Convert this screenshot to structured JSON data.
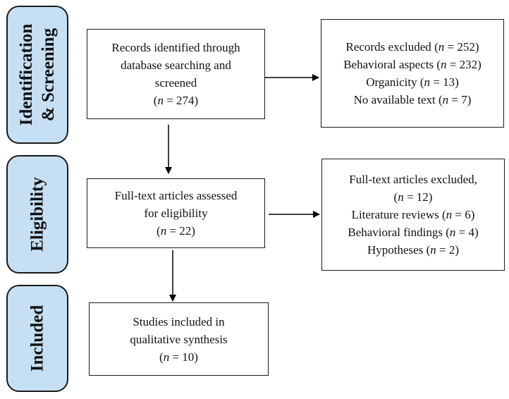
{
  "phases": {
    "identification": [
      "Identification",
      "& Screening"
    ],
    "eligibility": "Eligibility",
    "included": "Included"
  },
  "boxes": {
    "identified": {
      "lines": [
        "Records identified through",
        "database searching and",
        "screened"
      ],
      "n": "274"
    },
    "excluded_records": {
      "lines": [],
      "items": [
        {
          "label": "Records excluded",
          "n": "252"
        },
        {
          "label": "Behavioral aspects",
          "n": "232"
        },
        {
          "label": "Organicity",
          "n": "13"
        },
        {
          "label": "No available text",
          "n": "7"
        }
      ]
    },
    "assessed": {
      "lines": [
        "Full-text articles assessed",
        "for eligibility"
      ],
      "n": "22"
    },
    "excluded_fulltext": {
      "lines": [
        "Full-text articles excluded,"
      ],
      "n": "12",
      "items": [
        {
          "label": "Literature reviews",
          "n": "6"
        },
        {
          "label": "Behavioral findings",
          "n": "4"
        },
        {
          "label": "Hypotheses",
          "n": "2"
        }
      ]
    },
    "included": {
      "lines": [
        "Studies included in",
        "qualitative synthesis"
      ],
      "n": "10"
    }
  },
  "n_symbol": "n",
  "colors": {
    "phase_fill": "#c6dff3",
    "border": "#1a1a1a",
    "arrow": "#000000"
  }
}
